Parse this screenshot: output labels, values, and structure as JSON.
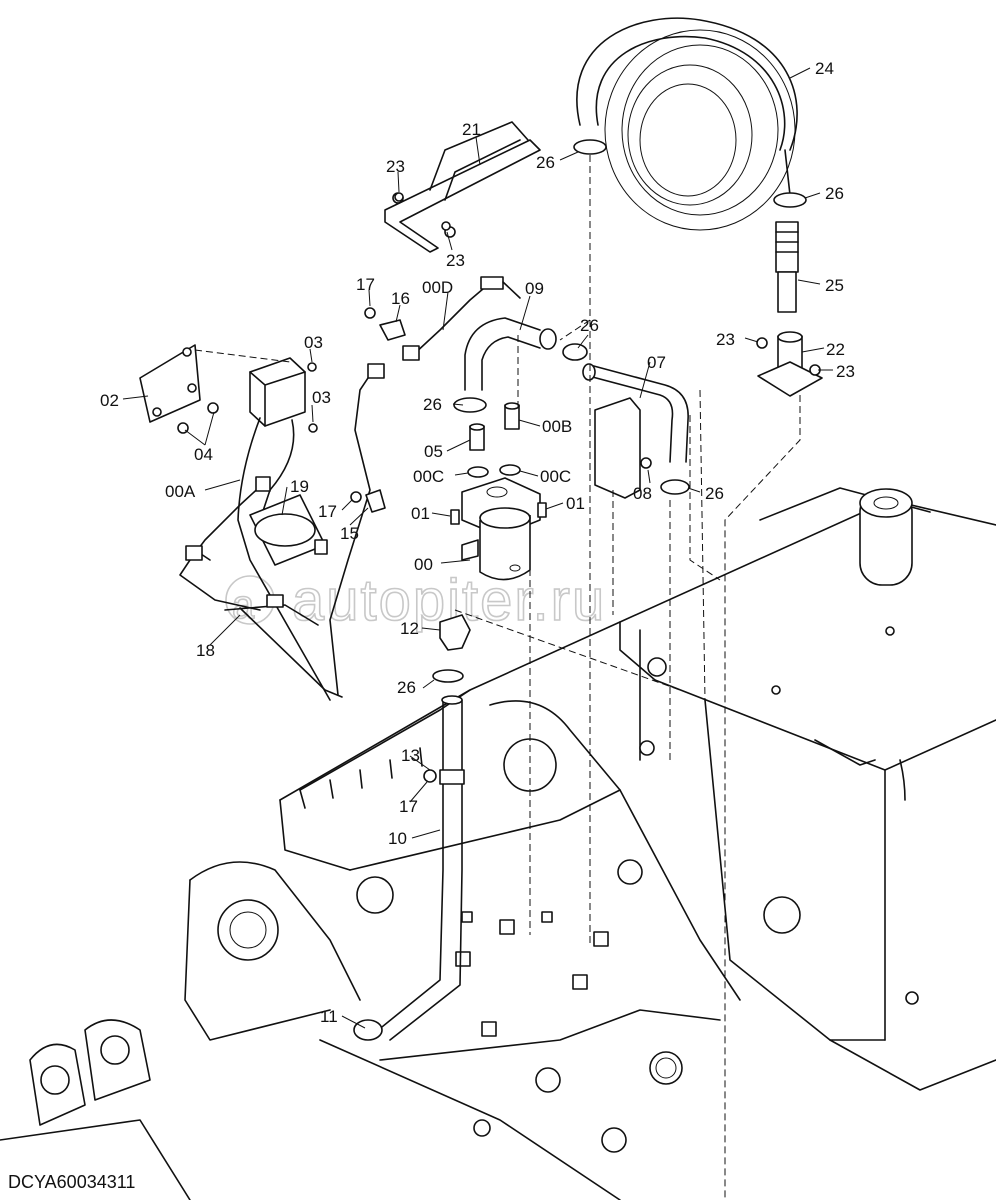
{
  "watermark": "autopiter.ru",
  "drawing_code": "DCYA60034311",
  "callouts": [
    {
      "id": "c24",
      "text": "24"
    },
    {
      "id": "c21",
      "text": "21"
    },
    {
      "id": "c23a",
      "text": "23"
    },
    {
      "id": "c26a",
      "text": "26"
    },
    {
      "id": "c26b",
      "text": "26"
    },
    {
      "id": "c23b",
      "text": "23"
    },
    {
      "id": "c25",
      "text": "25"
    },
    {
      "id": "c17a",
      "text": "17"
    },
    {
      "id": "c16",
      "text": "16"
    },
    {
      "id": "c00D",
      "text": "00D"
    },
    {
      "id": "c09",
      "text": "09"
    },
    {
      "id": "c26c",
      "text": "26"
    },
    {
      "id": "c23c",
      "text": "23"
    },
    {
      "id": "c22",
      "text": "22"
    },
    {
      "id": "c23d",
      "text": "23"
    },
    {
      "id": "c03a",
      "text": "03"
    },
    {
      "id": "c07",
      "text": "07"
    },
    {
      "id": "c02",
      "text": "02"
    },
    {
      "id": "c03b",
      "text": "03"
    },
    {
      "id": "c26d",
      "text": "26"
    },
    {
      "id": "c00B",
      "text": "00B"
    },
    {
      "id": "c04",
      "text": "04"
    },
    {
      "id": "c05",
      "text": "05"
    },
    {
      "id": "c00C1",
      "text": "00C"
    },
    {
      "id": "c00C2",
      "text": "00C"
    },
    {
      "id": "c00A",
      "text": "00A"
    },
    {
      "id": "c19",
      "text": "19"
    },
    {
      "id": "c08",
      "text": "08"
    },
    {
      "id": "c26e",
      "text": "26"
    },
    {
      "id": "c01a",
      "text": "01"
    },
    {
      "id": "c01b",
      "text": "01"
    },
    {
      "id": "c17b",
      "text": "17"
    },
    {
      "id": "c15",
      "text": "15"
    },
    {
      "id": "c00",
      "text": "00"
    },
    {
      "id": "c12",
      "text": "12"
    },
    {
      "id": "c18",
      "text": "18"
    },
    {
      "id": "c26f",
      "text": "26"
    },
    {
      "id": "c13",
      "text": "13"
    },
    {
      "id": "c17c",
      "text": "17"
    },
    {
      "id": "c10",
      "text": "10"
    },
    {
      "id": "c11",
      "text": "11"
    }
  ]
}
